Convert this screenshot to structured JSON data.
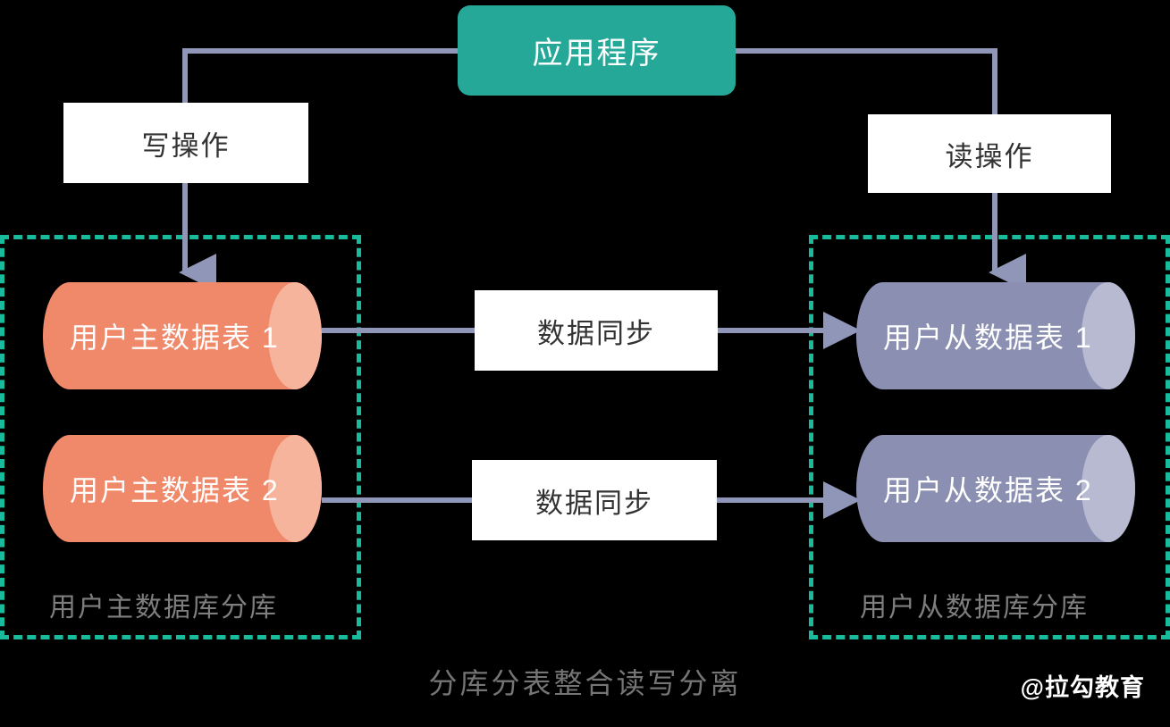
{
  "diagram": {
    "title": "分库分表整合读写分离",
    "watermark": "@拉勾教育",
    "colors": {
      "background": "#000000",
      "app_node": "#26A899",
      "dashed_border": "#18BC9C",
      "master_db_body": "#F0886A",
      "master_db_cap": "#F7B49D",
      "slave_db_body": "#8B90B2",
      "slave_db_cap": "#B7BAD1",
      "connector": "#8F96B8",
      "white_box_bg": "#FFFFFF",
      "white_box_text": "#333333",
      "group_caption": "#7E7E7E"
    }
  },
  "app": {
    "label": "应用程序"
  },
  "operations": {
    "write": "写操作",
    "read": "读操作"
  },
  "sync": {
    "row1_label": "数据同步",
    "row2_label": "数据同步"
  },
  "groups": [
    {
      "id": "master-shard-group",
      "caption": "用户主数据库分库",
      "databases": [
        {
          "id": "master-table-1",
          "label": "用户主数据表 1"
        },
        {
          "id": "master-table-2",
          "label": "用户主数据表 2"
        }
      ]
    },
    {
      "id": "slave-shard-group",
      "caption": "用户从数据库分库",
      "databases": [
        {
          "id": "slave-table-1",
          "label": "用户从数据表 1"
        },
        {
          "id": "slave-table-2",
          "label": "用户从数据表 2"
        }
      ]
    }
  ]
}
